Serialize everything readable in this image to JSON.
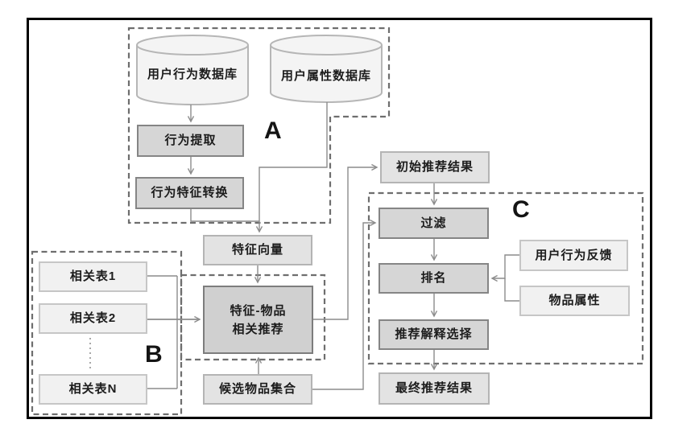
{
  "regions": {
    "a": {
      "label": "A"
    },
    "b": {
      "label": "B"
    },
    "c": {
      "label": "C"
    }
  },
  "nodes": {
    "user_behavior_db": {
      "label": "用户行为数据库"
    },
    "user_attr_db": {
      "label": "用户属性数据库"
    },
    "behavior_extract": {
      "label": "行为提取"
    },
    "behavior_convert": {
      "label": "行为特征转换"
    },
    "feature_vector": {
      "label": "特征向量"
    },
    "feature_item": {
      "label_line1": "特征-物品",
      "label_line2": "相关推荐"
    },
    "table1": {
      "label": "相关表1"
    },
    "table2": {
      "label": "相关表2"
    },
    "tableN": {
      "label": "相关表N"
    },
    "candidate_set": {
      "label": "候选物品集合"
    },
    "initial_result": {
      "label": "初始推荐结果"
    },
    "filter": {
      "label": "过滤"
    },
    "rank": {
      "label": "排名"
    },
    "feedback": {
      "label": "用户行为反馈"
    },
    "item_attr": {
      "label": "物品属性"
    },
    "explain_select": {
      "label": "推荐解释选择"
    },
    "final_result": {
      "label": "最终推荐结果"
    }
  },
  "colors": {
    "process_fill": "#d6d6d6",
    "process_border": "#858585",
    "data_fill": "#e3e3e3",
    "data_border": "#b4b4b4",
    "input_fill": "#f1f1f1",
    "input_border": "#c6c6c6",
    "cylinder_fill": "#f4f4f4",
    "cylinder_border": "#b6b6b6",
    "connector": "#8c8c8c",
    "dashed_region": "#6e6e6e",
    "frame": "#000000"
  }
}
